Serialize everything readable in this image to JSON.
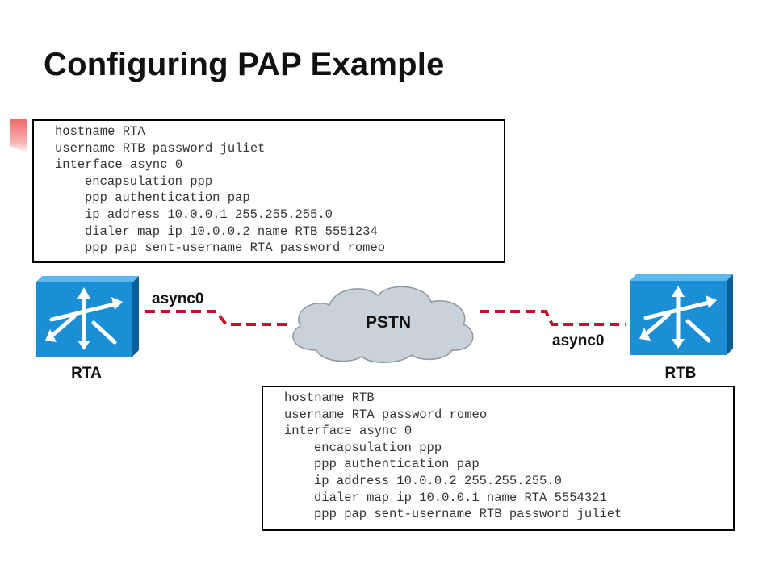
{
  "title": "Configuring PAP Example",
  "rta_config": {
    "lines": [
      "hostname RTA",
      "username RTB password juliet",
      "interface async 0",
      "encapsulation ppp",
      "ppp authentication pap",
      "ip address 10.0.0.1 255.255.255.0",
      "dialer map ip 10.0.0.2 name RTB 5551234",
      "ppp pap sent-username RTA password romeo"
    ]
  },
  "rtb_config": {
    "lines": [
      "hostname RTB",
      "username RTA password romeo",
      "interface async 0",
      "encapsulation ppp",
      "ppp authentication pap",
      "ip address 10.0.0.2 255.255.255.0",
      "dialer map ip 10.0.0.1 name RTA 5554321",
      "ppp pap sent-username RTB password juliet"
    ]
  },
  "diagram": {
    "rta_label": "RTA",
    "rtb_label": "RTB",
    "cloud_label": "PSTN",
    "rta_interface": "async0",
    "rtb_interface": "async0",
    "router_icon": "router-icon",
    "colors": {
      "router": "#1a8fd6",
      "router_dark": "#0b5f96",
      "link": "#c8102e",
      "cloud": "#c9d2d9"
    }
  }
}
